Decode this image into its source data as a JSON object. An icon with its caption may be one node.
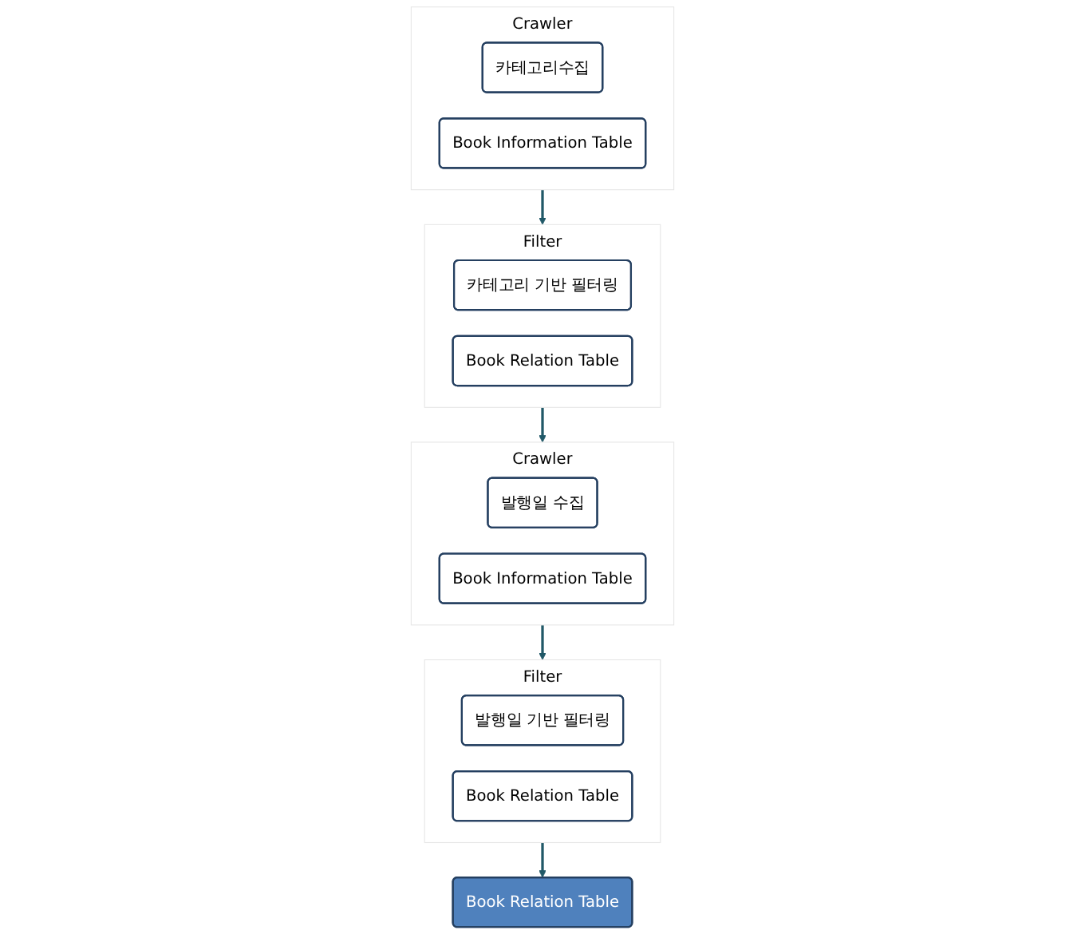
{
  "diagram": {
    "nodes": [
      {
        "text": [
          "Crawler"
        ]
      },
      {
        "text": [
          "카테고리수집"
        ],
        "in": 0
      },
      {
        "text": [
          "Book Information Table"
        ],
        "in": 0
      },
      {
        "text": [
          "Filter"
        ]
      },
      {
        "text": [
          "카테고리 기반 필터링"
        ],
        "in": 3
      },
      {
        "text": [
          "Book Relation Table"
        ],
        "in": 3
      },
      {
        "text": [
          "Crawler"
        ]
      },
      {
        "text": [
          "발행일 수집"
        ],
        "in": 6
      },
      {
        "text": [
          "Book Information Table"
        ],
        "in": 6
      },
      {
        "text": [
          "Filter"
        ]
      },
      {
        "text": [
          "발행일 기반 필터링"
        ],
        "in": 9
      },
      {
        "text": [
          "Book Relation Table"
        ],
        "in": 9
      },
      {
        "text": [
          "Book Relation Table"
        ]
      }
    ],
    "edges": [
      {
        "from": 0,
        "to": 3,
        "arrow": "to"
      },
      {
        "from": 3,
        "to": 6,
        "arrow": "to"
      },
      {
        "from": 6,
        "to": 9,
        "arrow": "to"
      },
      {
        "from": 9,
        "to": 12,
        "arrow": "to"
      }
    ]
  }
}
